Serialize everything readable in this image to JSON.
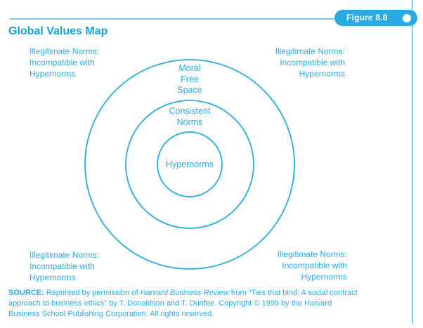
{
  "figure_badge": {
    "label": "Figure 8.8"
  },
  "title": "Global Values Map",
  "corner_labels": {
    "top_left": "Illegitimate Norms:\nIncompatible with\nHypernorms",
    "top_right": "Illegitimate Norms:\nIncompatible with\nHypernorms",
    "bottom_left": "Illegitimate Norms:\nIncompatible with\nHypernorms",
    "bottom_right": "Illegitimate Norms:\nIncompatible with\nHypernorms"
  },
  "diagram": {
    "outer_label": "Moral\nFree\nSpace",
    "middle_label": "Consistent\nNorms",
    "inner_label": "Hypernorms"
  },
  "source": {
    "label": "SOURCE:",
    "part1": "Reprinted by permission of",
    "italic": "Harvard Business Review",
    "part2": "from “Ties that bind: A social contract approach to business ethics” by T. Donaldson and T. Dunfee. Copyright © 1999 by the Harvard Business School Publishing Corporation. All rights reserved."
  },
  "colors": {
    "accent": "#29ABE2",
    "title_text": "#14A0DB",
    "rule_light": "#76CEF2",
    "badge_fill": "#29ABE2",
    "badge_text": "#FFFFFF"
  }
}
